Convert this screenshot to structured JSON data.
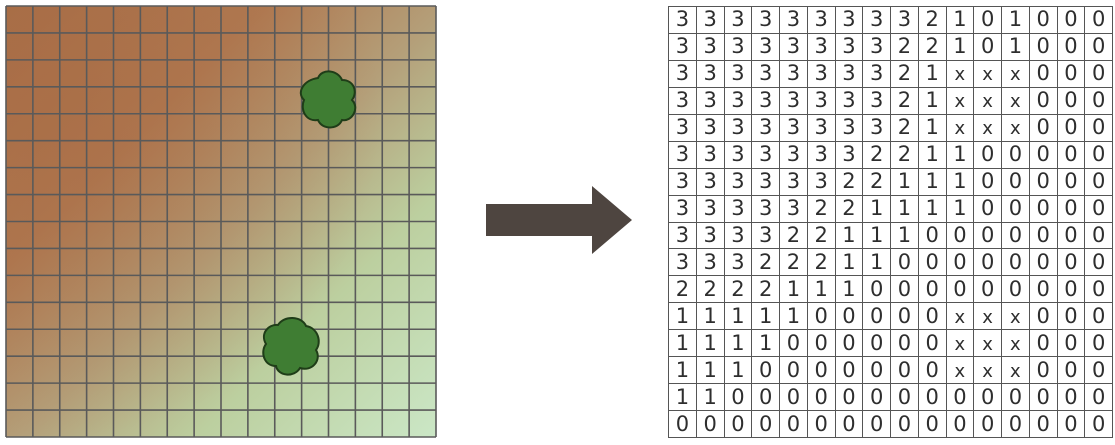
{
  "rows": [
    [
      "3",
      "3",
      "3",
      "3",
      "3",
      "3",
      "3",
      "3",
      "3",
      "2",
      "1",
      "0",
      "1",
      "0",
      "0",
      "0"
    ],
    [
      "3",
      "3",
      "3",
      "3",
      "3",
      "3",
      "3",
      "3",
      "2",
      "2",
      "1",
      "0",
      "1",
      "0",
      "0",
      "0"
    ],
    [
      "3",
      "3",
      "3",
      "3",
      "3",
      "3",
      "3",
      "3",
      "2",
      "1",
      "x",
      "x",
      "x",
      "0",
      "0",
      "0"
    ],
    [
      "3",
      "3",
      "3",
      "3",
      "3",
      "3",
      "3",
      "3",
      "2",
      "1",
      "x",
      "x",
      "x",
      "0",
      "0",
      "0"
    ],
    [
      "3",
      "3",
      "3",
      "3",
      "3",
      "3",
      "3",
      "3",
      "2",
      "1",
      "x",
      "x",
      "x",
      "0",
      "0",
      "0"
    ],
    [
      "3",
      "3",
      "3",
      "3",
      "3",
      "3",
      "3",
      "2",
      "2",
      "1",
      "1",
      "0",
      "0",
      "0",
      "0",
      "0"
    ],
    [
      "3",
      "3",
      "3",
      "3",
      "3",
      "3",
      "2",
      "2",
      "1",
      "1",
      "1",
      "0",
      "0",
      "0",
      "0",
      "0"
    ],
    [
      "3",
      "3",
      "3",
      "3",
      "3",
      "2",
      "2",
      "1",
      "1",
      "1",
      "1",
      "0",
      "0",
      "0",
      "0",
      "0"
    ],
    [
      "3",
      "3",
      "3",
      "3",
      "2",
      "2",
      "1",
      "1",
      "1",
      "0",
      "0",
      "0",
      "0",
      "0",
      "0",
      "0"
    ],
    [
      "3",
      "3",
      "3",
      "2",
      "2",
      "2",
      "1",
      "1",
      "0",
      "0",
      "0",
      "0",
      "0",
      "0",
      "0",
      "0"
    ],
    [
      "2",
      "2",
      "2",
      "2",
      "1",
      "1",
      "1",
      "0",
      "0",
      "0",
      "0",
      "0",
      "0",
      "0",
      "0",
      "0"
    ],
    [
      "1",
      "1",
      "1",
      "1",
      "1",
      "0",
      "0",
      "0",
      "0",
      "0",
      "x",
      "x",
      "x",
      "0",
      "0",
      "0"
    ],
    [
      "1",
      "1",
      "1",
      "1",
      "0",
      "0",
      "0",
      "0",
      "0",
      "0",
      "x",
      "x",
      "x",
      "0",
      "0",
      "0"
    ],
    [
      "1",
      "1",
      "1",
      "0",
      "0",
      "0",
      "0",
      "0",
      "0",
      "0",
      "x",
      "x",
      "x",
      "0",
      "0",
      "0"
    ],
    [
      "1",
      "1",
      "0",
      "0",
      "0",
      "0",
      "0",
      "0",
      "0",
      "0",
      "0",
      "0",
      "0",
      "0",
      "0",
      "0"
    ],
    [
      "0",
      "0",
      "0",
      "0",
      "0",
      "0",
      "0",
      "0",
      "0",
      "0",
      "0",
      "0",
      "0",
      "0",
      "0",
      "0"
    ]
  ],
  "colors": {
    "terrain_high": "#b07a52",
    "terrain_low": "#c8e3c0",
    "grid_line": "#5a5a5a",
    "bush_fill": "#3f7d33",
    "bush_outline": "#1f3d18",
    "arrow": "#4e4540"
  },
  "icons": [
    "bush-icon",
    "right-arrow-icon"
  ]
}
